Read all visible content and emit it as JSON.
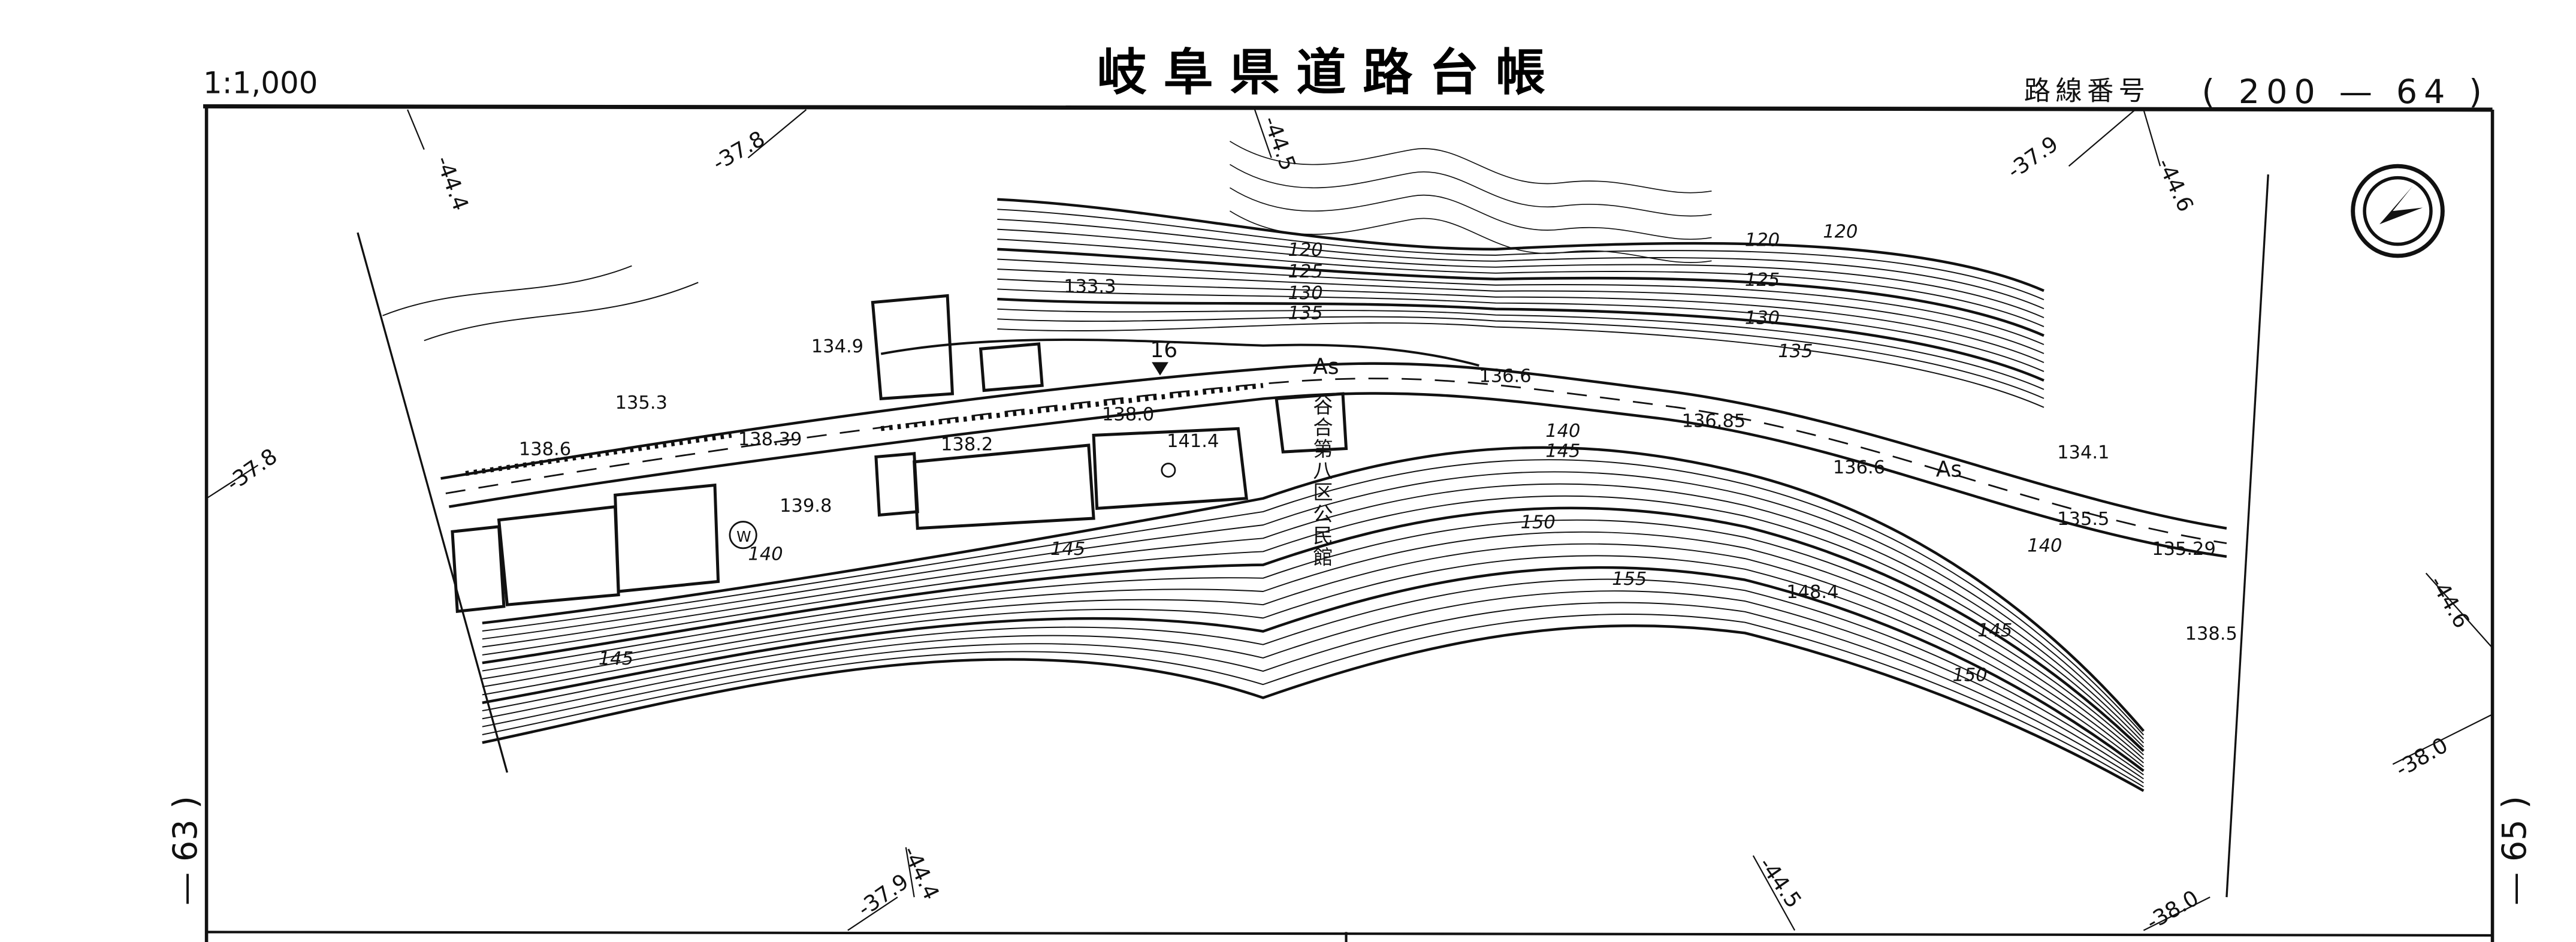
{
  "header": {
    "scale": "1:1,000",
    "title": "岐阜県道路台帳",
    "route_label": "路線番号",
    "route_number": "( 200 — 64 )"
  },
  "sheet_refs": {
    "left": "— 63 )",
    "right": "— 65 )"
  },
  "grid_labels": {
    "top": [
      "-44.4",
      "-37.8",
      "-44.5",
      "-37.9",
      "-44.6"
    ],
    "left": "-37.8",
    "right": [
      "-44.6",
      "-38.0"
    ],
    "bottom": [
      "-37.9",
      "-44.4",
      "-44.5",
      "-38.0"
    ]
  },
  "spot_elevations": [
    "133.3",
    "134.9",
    "135.3",
    "138.6",
    "138.39",
    "138.2",
    "138.0",
    "141.4",
    "139.8",
    "136.6",
    "136.85",
    "136.6",
    "134.1",
    "135.5",
    "135.29",
    "138.5",
    "148.4"
  ],
  "contour_labels": [
    "120",
    "125",
    "130",
    "135",
    "120",
    "120",
    "125",
    "130",
    "135",
    "140",
    "145",
    "150",
    "155",
    "140",
    "145",
    "150",
    "145",
    "140",
    "145"
  ],
  "map_labels": {
    "facility": "谷合第八区公民館",
    "pavement": "As",
    "pavement2": "As",
    "point_no": "16",
    "water": "W"
  },
  "icons": {
    "north_arrow": "north-arrow-icon",
    "temple": "sun-symbol-icon"
  }
}
